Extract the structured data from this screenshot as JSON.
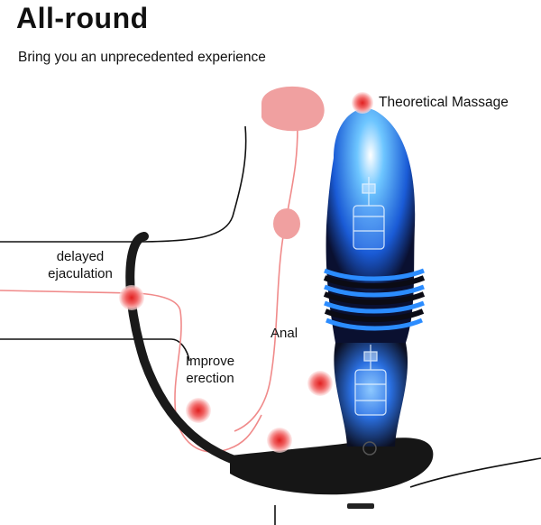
{
  "header": {
    "title": "All-round",
    "subtitle": "Bring you an unprecedented experience"
  },
  "labels": {
    "theoretical_massage": "Theoretical Massage",
    "delayed_line1": "delayed",
    "delayed_line2": "ejaculation",
    "anal": "Anal",
    "improve_line1": "Improve",
    "improve_line2": "erection"
  },
  "colors": {
    "accent_pink": "#f08a8a",
    "point_red": "#e23a3a",
    "outline": "#111111",
    "glow_blue": "#1e90ff"
  }
}
